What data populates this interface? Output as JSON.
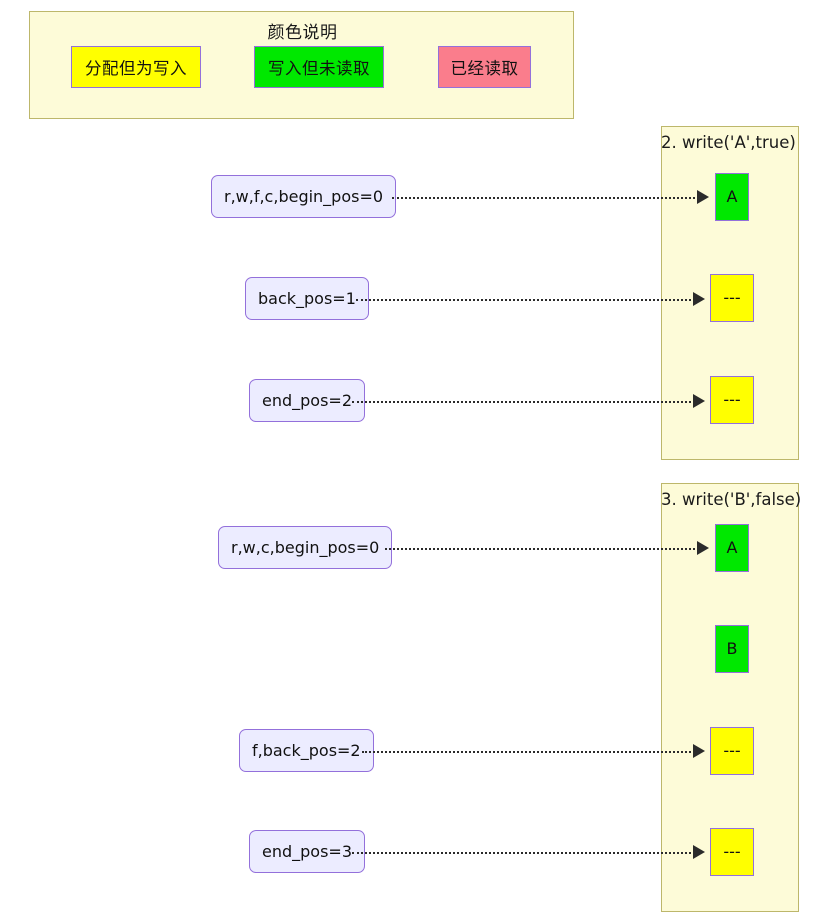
{
  "legend": {
    "title": "颜色说明",
    "items": [
      {
        "label": "分配但为写入",
        "color": "#ffff00",
        "name": "allocated-not-written"
      },
      {
        "label": "写入但未读取",
        "color": "#00e800",
        "name": "written-not-read"
      },
      {
        "label": "已经读取",
        "color": "#fa7d8c",
        "name": "already-read"
      }
    ]
  },
  "colors": {
    "cell_border": "#9370db",
    "cluster_fill": "#fdfbd8",
    "cluster_border": "#bdb76b",
    "label_fill": "#ececff",
    "label_border": "#9370db",
    "arrow": "#2b2b2b",
    "yellow": "#ffff00",
    "green": "#00e800",
    "pink": "#fa7d8c"
  },
  "clusters": [
    {
      "id": "cluster-a",
      "title": "2. write('A',true)",
      "cells": [
        {
          "text": "A",
          "state": "green"
        },
        {
          "text": "---",
          "state": "yellow"
        },
        {
          "text": "---",
          "state": "yellow"
        }
      ],
      "labels": [
        {
          "text": "r,w,f,c,begin_pos=0",
          "target_cell": 0
        },
        {
          "text": "back_pos=1",
          "target_cell": 1
        },
        {
          "text": "end_pos=2",
          "target_cell": 2
        }
      ]
    },
    {
      "id": "cluster-b",
      "title": "3. write('B',false)",
      "cells": [
        {
          "text": "A",
          "state": "green"
        },
        {
          "text": "B",
          "state": "green"
        },
        {
          "text": "---",
          "state": "yellow"
        },
        {
          "text": "---",
          "state": "yellow"
        }
      ],
      "labels": [
        {
          "text": "r,w,c,begin_pos=0",
          "target_cell": 0
        },
        {
          "text": "f,back_pos=2",
          "target_cell": 2
        },
        {
          "text": "end_pos=3",
          "target_cell": 3
        }
      ]
    }
  ]
}
